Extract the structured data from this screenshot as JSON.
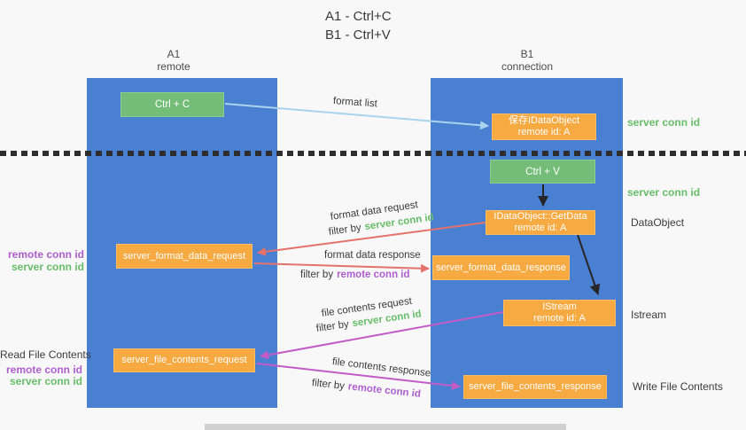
{
  "title": {
    "line1": "A1 - Ctrl+C",
    "line2": "B1 - Ctrl+V"
  },
  "columns": {
    "left": {
      "name": "A1",
      "subtitle": "remote"
    },
    "right": {
      "name": "B1",
      "subtitle": "connection"
    }
  },
  "nodes": {
    "ctrl_c": {
      "label": "Ctrl + C"
    },
    "save_idataobject": {
      "line1": "保存IDataObject",
      "line2": "remote id: A"
    },
    "ctrl_v": {
      "label": "Ctrl + V"
    },
    "getdata": {
      "line1": "IDataObject::GetData",
      "line2": "remote id: A"
    },
    "server_format_data_request": {
      "label": "server_format_data_request"
    },
    "server_format_data_response": {
      "label": "server_format_data_response"
    },
    "istream": {
      "line1": "IStream",
      "line2": "remote id: A"
    },
    "server_file_contents_request": {
      "label": "server_file_contents_request"
    },
    "server_file_contents_response": {
      "label": "server_file_contents_response"
    }
  },
  "side_labels": {
    "server_conn_id_top": "server conn id",
    "server_conn_id_mid": "server conn id",
    "dataobject": "DataObject",
    "istream": "Istream",
    "write_file_contents": "Write File Contents",
    "read_file_contents": "Read File Contents",
    "group1": {
      "remote_conn_id": "remote conn id",
      "server_conn_id": "server conn id"
    },
    "group2": {
      "remote_conn_id": "remote conn id",
      "server_conn_id": "server conn id"
    }
  },
  "arrows": {
    "format_list": {
      "label": "format list"
    },
    "format_data_request": {
      "label": "format data request",
      "filter_prefix": "filter by",
      "filter_value": "server conn id"
    },
    "format_data_response": {
      "label": "format data response",
      "filter_prefix": "filter by",
      "filter_value": "remote conn id"
    },
    "file_contents_request": {
      "label": "file contents request",
      "filter_prefix": "filter by",
      "filter_value": "server conn id"
    },
    "file_contents_response": {
      "label": "file contents response",
      "filter_prefix": "filter by",
      "filter_value": "remote conn id"
    }
  },
  "colors": {
    "column_blue": "#4a80d2",
    "box_green": "#74bd78",
    "box_orange": "#f7a942",
    "arrow_light_blue": "#a9d3ee",
    "arrow_red": "#e5726b",
    "arrow_magenta": "#c35bc7",
    "arrow_black": "#262626",
    "text_green": "#67bd68",
    "text_purple": "#ae5ecd",
    "text_dark": "#3b3b3b",
    "background": "#f8f8f8"
  }
}
